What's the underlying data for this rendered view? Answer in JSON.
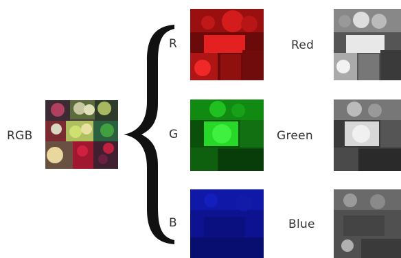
{
  "labels": {
    "source": "RGB",
    "channel_letters": [
      "R",
      "G",
      "B"
    ],
    "channel_names": [
      "Red",
      "Green",
      "Blue"
    ]
  },
  "colors": {
    "red_channel": "#e01818",
    "green_channel": "#1ec81e",
    "blue_channel": "#101aa8",
    "grayscale": "#888888",
    "brace": "#111111"
  }
}
